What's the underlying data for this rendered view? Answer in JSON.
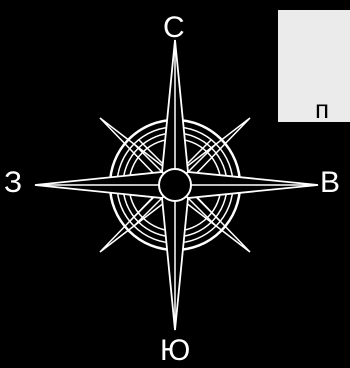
{
  "compass": {
    "north": "С",
    "south": "Ю",
    "west": "З",
    "east": "В"
  },
  "panel": {
    "text": "п"
  },
  "colors": {
    "background": "#000000",
    "foreground": "#ffffff",
    "panel": "#ebebeb"
  }
}
